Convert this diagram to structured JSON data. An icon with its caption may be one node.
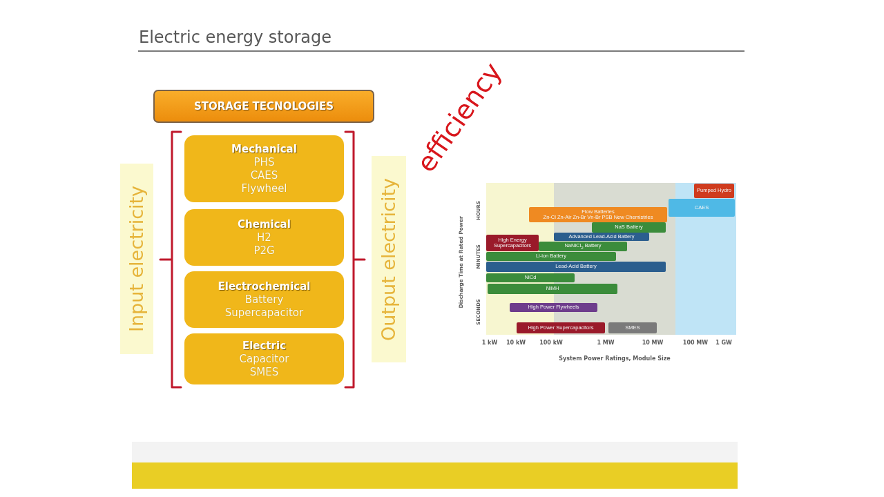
{
  "diagram": {
    "title": "Electric energy storage",
    "nodes": [
      {
        "text": [
          "STORAGE TECNOLOGIES"
        ]
      },
      {
        "text": [
          "Mechanical",
          "PHS",
          "CAES",
          "Flywheel"
        ]
      },
      {
        "text": [
          "Chemical",
          "H2",
          "P2G"
        ]
      },
      {
        "text": [
          "Electrochemical",
          "Battery",
          "Supercapacitor"
        ]
      },
      {
        "text": [
          "Electric",
          "Capacitor",
          "SMES"
        ]
      },
      {
        "text": [
          "Input electricity"
        ]
      },
      {
        "text": [
          "Output electricity"
        ]
      }
    ],
    "labels": [
      "efficiency",
      "Pumped Hydro",
      "CAES",
      "Flow Batteries",
      "Zn-Cl Zn-Air Zn-Br Vn-Br PSB New Chemistries",
      "NaS Battery",
      "Advanced Lead-Acid Battery",
      "High Energy Supercapacitors",
      "NaNiCl$_{2}$ Battery",
      "Li-ion Battery",
      "Lead-Acid Battery",
      "NiCd",
      "NiMH",
      "High Power Flywheels",
      "High Power Supercapacitors",
      "SMES",
      "HOURS",
      "MINUTES",
      "SECONDS",
      "Discharge Time at Rated Power",
      "1 kW",
      "10 kW",
      "100 kW",
      "1 MW",
      "10 MW",
      "100 MW",
      "1 GW",
      "System Power Ratings, Module Size"
    ]
  }
}
